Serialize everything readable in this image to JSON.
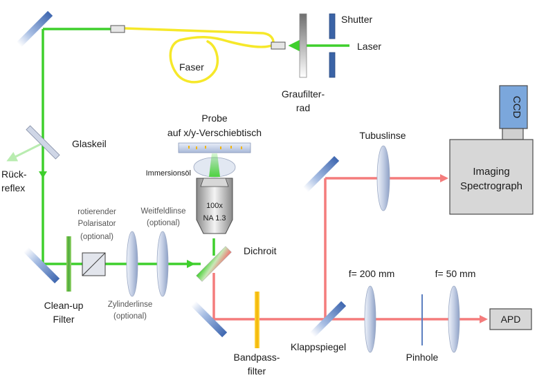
{
  "labels": {
    "shutter": "Shutter",
    "laser": "Laser",
    "faser": "Faser",
    "graufilter_1": "Graufilter-",
    "graufilter_2": "rad",
    "glaskeil": "Glaskeil",
    "rueckreflex_1": "Rück-",
    "rueckreflex_2": "reflex",
    "probe_1": "Probe",
    "probe_2": "auf x/y-Verschiebtisch",
    "immersionsoel": "Immersionsöl",
    "objective_1": "100x",
    "objective_2": "NA 1.3",
    "rot_pol_1": "rotierender",
    "rot_pol_2": "Polarisator",
    "rot_pol_3": "(optional)",
    "weitfeld_1": "Weitfeldlinse",
    "weitfeld_2": "(optional)",
    "dichroit": "Dichroit",
    "cleanup_1": "Clean-up",
    "cleanup_2": "Filter",
    "zylinder_1": "Zylinderlinse",
    "zylinder_2": "(optional)",
    "tubuslinse": "Tubuslinse",
    "ccd": "CCD",
    "imaging_1": "Imaging",
    "imaging_2": "Spectrograph",
    "f200": "f= 200 mm",
    "f50": "f= 50 mm",
    "apd": "APD",
    "bandpass_1": "Bandpass-",
    "bandpass_2": "filter",
    "klappspiegel": "Klappspiegel",
    "pinhole": "Pinhole"
  },
  "colors": {
    "excitation_beam": "#3ecf2c",
    "detection_beam": "#f47c7c",
    "fiber": "#f6e82a",
    "mirror": "#5b7fc0",
    "lens": "#b9c6df",
    "device_fill": "#d7d7d7",
    "ccd_fill": "#7ba7dc"
  }
}
